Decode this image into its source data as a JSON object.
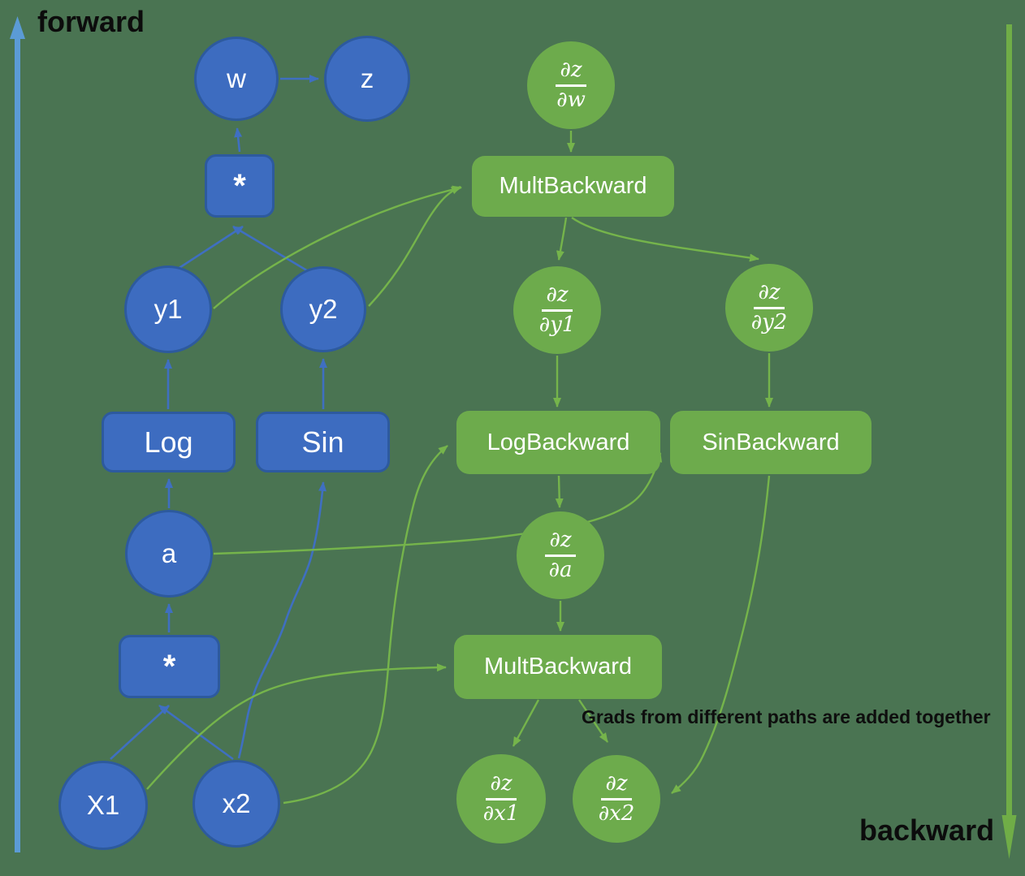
{
  "labels": {
    "forward": "forward",
    "backward": "backward"
  },
  "annotation": "Grads from different paths are added together",
  "colors": {
    "background": "#4a7452",
    "blue_node_fill": "#3d6cc0",
    "blue_node_border": "#2d5a9e",
    "blue_edge": "#3f6fc1",
    "light_blue_side_arrow": "#5b9bd5",
    "green_node_fill": "#6dab4c",
    "green_edge": "#75b44b",
    "green_side_arrow": "#70ad47",
    "node_text": "#ffffff",
    "label_text": "#0c0c0c"
  },
  "forward_nodes": {
    "w": {
      "label": "w"
    },
    "z": {
      "label": "z"
    },
    "mult_top": {
      "label": "*"
    },
    "y1": {
      "label": "y1"
    },
    "y2": {
      "label": "y2"
    },
    "log": {
      "label": "Log"
    },
    "sin": {
      "label": "Sin"
    },
    "a": {
      "label": "a"
    },
    "mult_bottom": {
      "label": "*"
    },
    "x1": {
      "label": "X1"
    },
    "x2": {
      "label": "x2"
    }
  },
  "backward_nodes": {
    "dz_dw": {
      "num": "∂z",
      "den": "∂w"
    },
    "mult_backward_top": {
      "label": "MultBackward"
    },
    "dz_dy1": {
      "num": "∂z",
      "den": "∂y1"
    },
    "dz_dy2": {
      "num": "∂z",
      "den": "∂y2"
    },
    "log_backward": {
      "label": "LogBackward"
    },
    "sin_backward": {
      "label": "SinBackward"
    },
    "dz_da": {
      "num": "∂z",
      "den": "∂a"
    },
    "mult_backward_bottom": {
      "label": "MultBackward"
    },
    "dz_dx1": {
      "num": "∂z",
      "den": "∂x1"
    },
    "dz_dx2": {
      "num": "∂z",
      "den": "∂x2"
    }
  },
  "forward_edges": [
    {
      "from": "w",
      "to": "z"
    },
    {
      "from": "*",
      "to": "w"
    },
    {
      "from": "y1",
      "to": "*"
    },
    {
      "from": "y2",
      "to": "*"
    },
    {
      "from": "Log",
      "to": "y1"
    },
    {
      "from": "Sin",
      "to": "y2"
    },
    {
      "from": "a",
      "to": "Log"
    },
    {
      "from": "x2",
      "to": "Sin"
    },
    {
      "from": "*",
      "to": "a"
    },
    {
      "from": "X1",
      "to": "*"
    },
    {
      "from": "x2",
      "to": "*"
    }
  ],
  "backward_edges": [
    {
      "from": "∂z/∂w",
      "to": "MultBackward (top)"
    },
    {
      "from": "MultBackward (top)",
      "to": "∂z/∂y1"
    },
    {
      "from": "MultBackward (top)",
      "to": "∂z/∂y2"
    },
    {
      "from": "y1",
      "to": "MultBackward (top)"
    },
    {
      "from": "y2",
      "to": "MultBackward (top)"
    },
    {
      "from": "∂z/∂y1",
      "to": "LogBackward"
    },
    {
      "from": "∂z/∂y2",
      "to": "SinBackward"
    },
    {
      "from": "a",
      "to": "LogBackward"
    },
    {
      "from": "x2",
      "to": "SinBackward"
    },
    {
      "from": "LogBackward",
      "to": "∂z/∂a"
    },
    {
      "from": "∂z/∂a",
      "to": "MultBackward (bottom)"
    },
    {
      "from": "X1",
      "to": "MultBackward (bottom)"
    },
    {
      "from": "MultBackward (bottom)",
      "to": "∂z/∂x1"
    },
    {
      "from": "MultBackward (bottom)",
      "to": "∂z/∂x2"
    },
    {
      "from": "SinBackward",
      "to": "∂z/∂x2"
    }
  ]
}
